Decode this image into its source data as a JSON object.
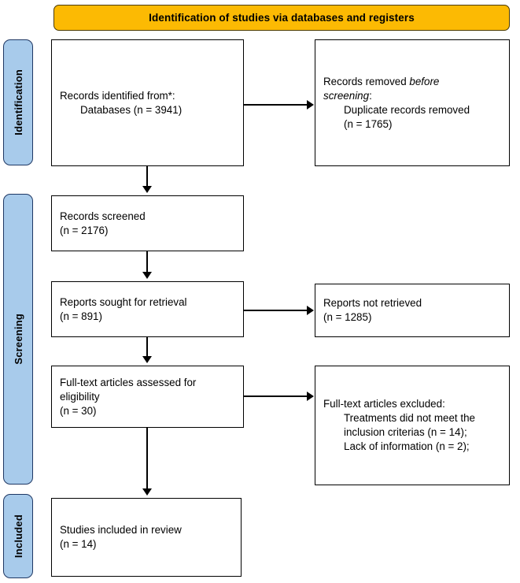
{
  "banner": {
    "title": "Identification of studies via databases and registers",
    "bg_color": "#FCBA03"
  },
  "stages": {
    "accent_color": "#A8CBEB",
    "items": [
      {
        "id": "identification",
        "label": "Identification"
      },
      {
        "id": "screening",
        "label": "Screening"
      },
      {
        "id": "included",
        "label": "Included"
      }
    ]
  },
  "boxes": {
    "identified": {
      "line1": "Records identified from*:",
      "line2": "Databases (n = 3941)"
    },
    "removed": {
      "line1_a": "Records removed ",
      "line1_b": "before",
      "line2_a": "screening",
      "line2_b": ":",
      "line3": "Duplicate records removed",
      "line4": "(n = 1765)"
    },
    "screened": {
      "line1": "Records screened",
      "line2": "(n = 2176)"
    },
    "sought": {
      "line1": "Reports sought for retrieval",
      "line2": "(n = 891)"
    },
    "not_retrieved": {
      "line1": "Reports not retrieved",
      "line2": "(n = 1285)"
    },
    "fulltext": {
      "line1": "Full-text articles assessed for",
      "line2": "eligibility",
      "line3": "(n = 30)"
    },
    "excluded": {
      "line1": "Full-text articles excluded:",
      "line2": "Treatments did not meet the",
      "line3": "inclusion criterias (n = 14);",
      "line4": "Lack of information (n = 2);"
    },
    "included": {
      "line1": "Studies included in review",
      "line2": "(n = 14)"
    }
  }
}
